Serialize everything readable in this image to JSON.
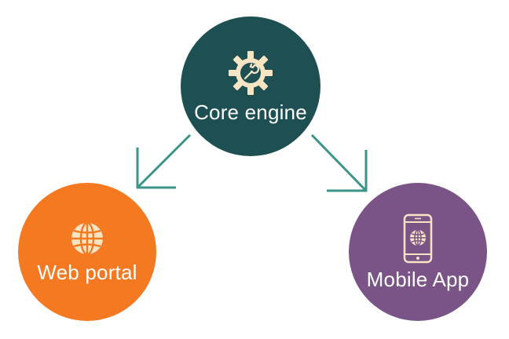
{
  "colors": {
    "core": "#1e5053",
    "web": "#f47920",
    "mobile": "#7a5387",
    "arrow": "#3a9487",
    "icon_fill": "#f6e4c3",
    "icon_stroke": "#f6e4c3"
  },
  "nodes": {
    "core": {
      "label": "Core engine",
      "icon": "gear-wrench-icon"
    },
    "web": {
      "label": "Web portal",
      "icon": "globe-icon"
    },
    "mobile": {
      "label": "Mobile App",
      "icon": "smartphone-globe-icon"
    }
  },
  "edges": [
    {
      "from": "Core engine",
      "to": "Web portal"
    },
    {
      "from": "Core engine",
      "to": "Mobile App"
    }
  ]
}
